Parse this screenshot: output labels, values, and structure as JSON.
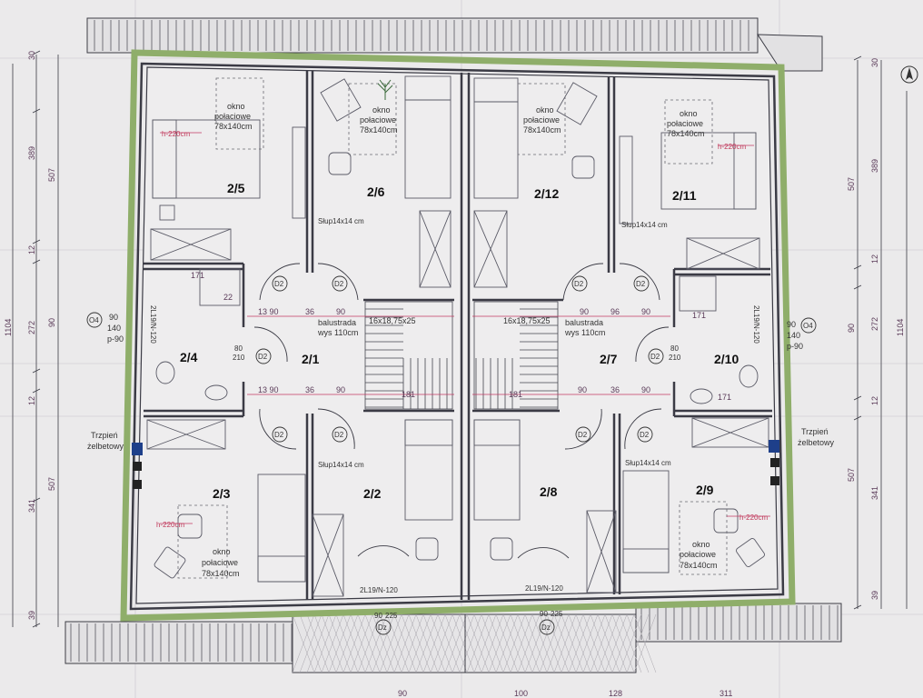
{
  "colors": {
    "paper": "#eae9ea",
    "wall": "#3b3b45",
    "insulation": "#8fae6a",
    "dimension": "#c23a64",
    "column": "#1e3f8a"
  },
  "rooms": {
    "r2_1": "2/1",
    "r2_2": "2/2",
    "r2_3": "2/3",
    "r2_4": "2/4",
    "r2_5": "2/5",
    "r2_6": "2/6",
    "r2_7": "2/7",
    "r2_8": "2/8",
    "r2_9": "2/9",
    "r2_10": "2/10",
    "r2_11": "2/11",
    "r2_12": "2/12"
  },
  "skylight": {
    "l1": "okno",
    "l2": "połaciowe",
    "l3": "78x140cm"
  },
  "column_label": "Słup14x14 cm",
  "railing": {
    "l1": "balustrada",
    "l2": "wys 110cm"
  },
  "stairs": {
    "label": "16x18,75x25",
    "run": "181"
  },
  "ceiling_height": "h-220cm",
  "rc_column": {
    "l1": "Trzpień",
    "l2": "żelbetowy"
  },
  "doors": {
    "d2": "D2",
    "dz": "Dz",
    "d4": "O4",
    "size_80": "80",
    "size_210": "210",
    "size_90": "90",
    "size_225": "225"
  },
  "window_o4": {
    "l1": "90",
    "l2": "140",
    "l3": "p-90"
  },
  "lintel": {
    "side": "2L19/N-120",
    "bottom": "2L19/N-120"
  },
  "dims": {
    "d13_90": "13 90",
    "d36": "36",
    "d90": "90",
    "d96": "96",
    "d171": "171",
    "d22": "22",
    "left_col": [
      "30",
      "389",
      "12",
      "272",
      "12",
      "341",
      "39"
    ],
    "left_col2": [
      "507",
      "90",
      "507"
    ],
    "left_total": "1104",
    "right_col": [
      "30",
      "389",
      "12",
      "272",
      "12",
      "341",
      "39"
    ],
    "right_col2": [
      "507",
      "90",
      "507"
    ],
    "right_total": "1104",
    "bottom": [
      "90",
      "100",
      "128",
      "311"
    ]
  }
}
